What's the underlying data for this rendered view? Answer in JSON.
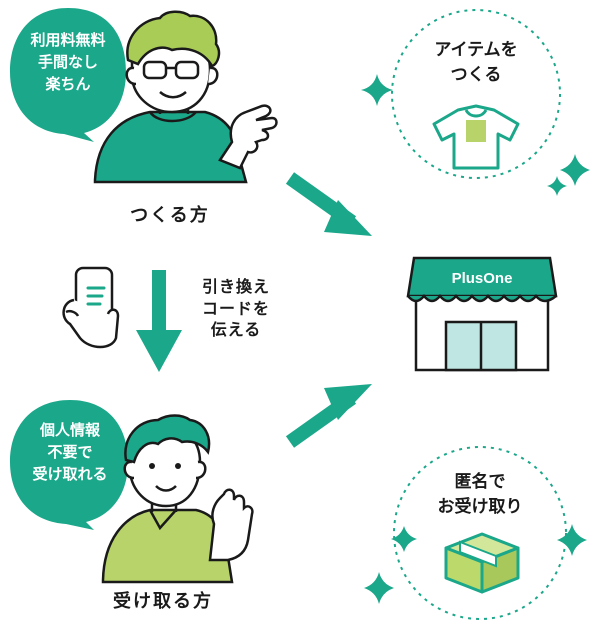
{
  "creator": {
    "bubble_text": "利用料無料\n手間なし\n楽ちん",
    "label": "つくる方"
  },
  "receiver": {
    "bubble_text": "個人情報\n不要で\n受け取れる",
    "label": "受け取る方"
  },
  "exchange_step": "引き換え\nコードを\n伝える",
  "make_item": "アイテムを\nつくる",
  "anonymous_receive": "匿名で\nお受け取り",
  "store": {
    "sign_text": "PlusOne"
  },
  "colors": {
    "teal": "#1aa78a",
    "lime": "#b7d36a",
    "hair": "#a8cc55",
    "outline": "#1a1a1a",
    "window": "#bfe6e2",
    "box": "#bcd96b"
  },
  "icons": [
    "smartphone-in-hand-icon",
    "t-shirt-icon",
    "cardboard-box-icon",
    "sparkle-icon",
    "store-icon"
  ]
}
